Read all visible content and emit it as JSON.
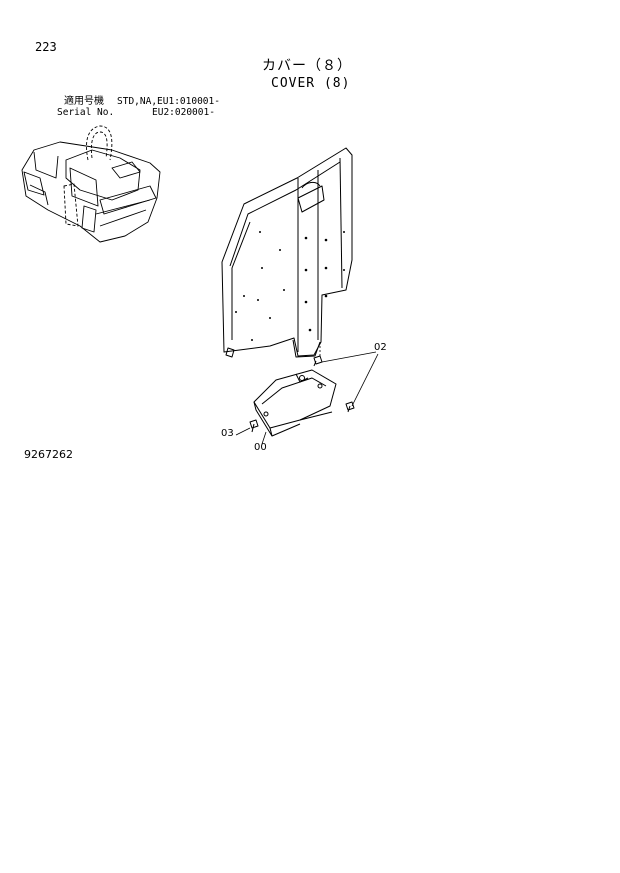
{
  "page": {
    "number": "223"
  },
  "title": {
    "japanese": "カバー（８）",
    "english": "COVER (8)"
  },
  "serial": {
    "label_jp": "適用号機",
    "label_en": "Serial No.",
    "std_line": "STD,NA,EU1:010001-",
    "eu2_line": "EU2:020001-"
  },
  "callouts": [
    "02",
    "03",
    "00"
  ],
  "drawing_number": "9267262"
}
